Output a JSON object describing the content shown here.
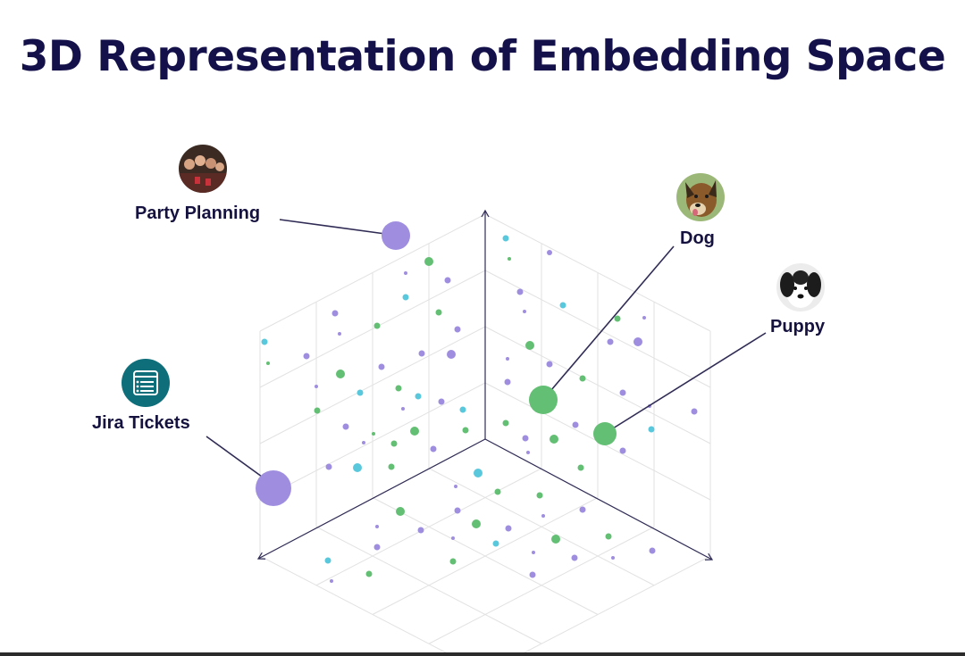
{
  "title": "3D Representation of Embedding Space",
  "labels": {
    "party_planning": "Party Planning",
    "jira_tickets": "Jira Tickets",
    "dog": "Dog",
    "puppy": "Puppy"
  },
  "icons": {
    "party_planning": "group-photo-icon",
    "jira_tickets": "document-list-icon",
    "dog": "dog-photo-icon",
    "puppy": "puppy-photo-icon"
  },
  "colors": {
    "title": "#14114a",
    "purple": "#9f8ee0",
    "green": "#63bf73",
    "cyan": "#5ac8dc",
    "axis": "#2f2b55",
    "grid": "#e2e2e2",
    "jira_icon": "#0e6e7a"
  }
}
